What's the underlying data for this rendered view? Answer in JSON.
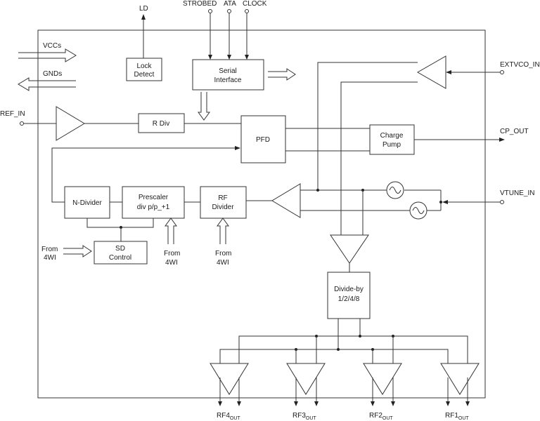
{
  "pins": {
    "ld": "LD",
    "strobed": "STROBED",
    "ata": "ATA",
    "clock": "CLOCK",
    "vccs": "VCCs",
    "gnds": "GNDs",
    "ref_in": "REF_IN",
    "extvco_in": "EXTVCO_IN",
    "cp_out": "CP_OUT",
    "vtune_in": "VTUNE_IN"
  },
  "blocks": {
    "lock_detect": [
      "Lock",
      "Detect"
    ],
    "serial_interface": [
      "Serial",
      "Interface"
    ],
    "r_div": "R Div",
    "pfd": "PFD",
    "charge_pump": [
      "Charge",
      "Pump"
    ],
    "n_divider": "N-Divider",
    "prescaler": [
      "Prescaler",
      "div p/p_+1"
    ],
    "rf_divider": [
      "RF",
      "Divider"
    ],
    "sd_control": [
      "SD",
      "Control"
    ],
    "divide_by": [
      "Divide-by",
      "1/2/4/8"
    ]
  },
  "sources": {
    "from_4wi": [
      "From",
      "4WI"
    ]
  },
  "outputs": [
    {
      "base": "RF4",
      "sub": "OUT"
    },
    {
      "base": "RF3",
      "sub": "OUT"
    },
    {
      "base": "RF2",
      "sub": "OUT"
    },
    {
      "base": "RF1",
      "sub": "OUT"
    }
  ]
}
